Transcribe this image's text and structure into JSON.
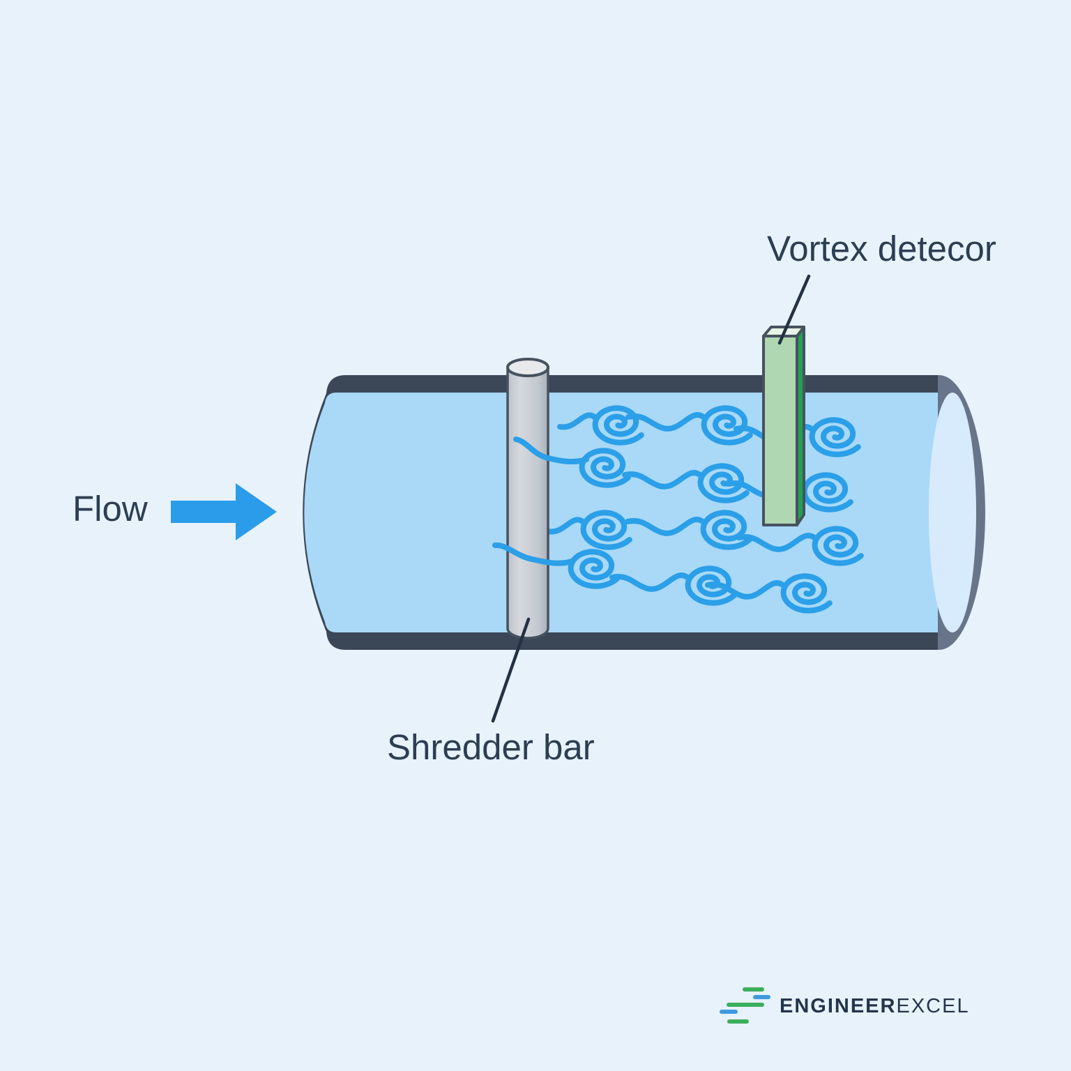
{
  "diagram": {
    "flow_label": "Flow",
    "vortex_detector_label": "Vortex detecor",
    "shredder_bar_label": "Shredder bar",
    "icons": {
      "flow_arrow": "flow-arrow-icon",
      "vortex_swirl": "vortex-swirl-icon",
      "logo_mark": "engineerexcel-bars-icon"
    }
  },
  "branding": {
    "logo_bold": "ENGINEER",
    "logo_light": "EXCEL"
  },
  "colors": {
    "background": "#e7f2fb",
    "pipe_wall": "#3b4757",
    "pipe_fluid": "#a9d9f7",
    "cap_ring": "#67748a",
    "cap_face": "#d7ebfc",
    "swirl": "#2b9fe8",
    "flow_arrow": "#2a9cea",
    "bar_fill_light": "#d5d9dd",
    "bar_fill_dark": "#aab1ba",
    "bar_top": "#e7e9eb",
    "detector_front": "#aed7b2",
    "detector_side": "#23a053",
    "detector_top": "#e8f4e7",
    "outline": "#47525f",
    "label_text": "#2d3e52",
    "leader_line": "#243142",
    "logo_green": "#3bae5c",
    "logo_blue": "#3d9be0",
    "logo_text": "#24344a"
  }
}
